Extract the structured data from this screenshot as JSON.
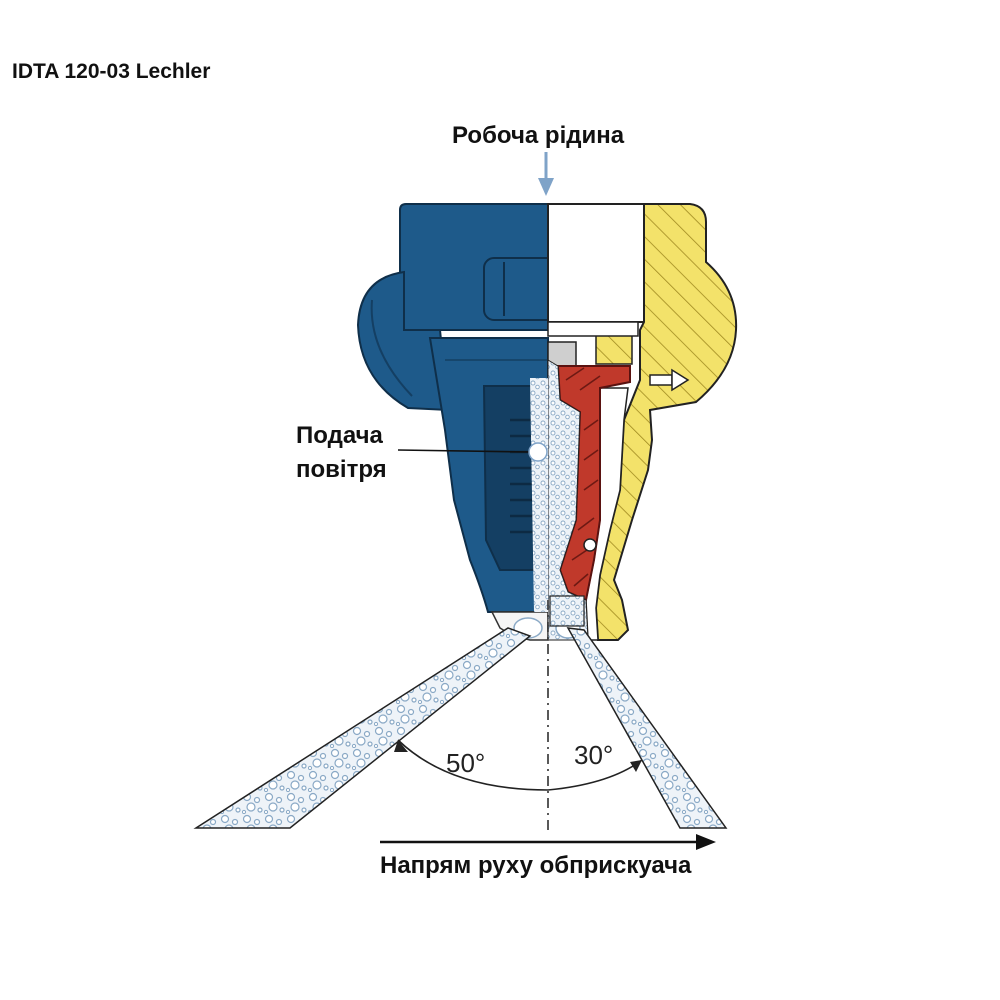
{
  "title": "IDTA 120-03 Lechler",
  "labels": {
    "liquid_inlet": "Робоча рідина",
    "air_supply_line1": "Подача",
    "air_supply_line2": "повітря",
    "travel_direction": "Напрям руху обприскуача"
  },
  "angles": {
    "front": "50°",
    "rear": "30°"
  },
  "colors": {
    "nozzle_body": "#1e5a8a",
    "nozzle_body_dark": "#143f63",
    "cap_section": "#f3e26a",
    "insert_section": "#c0392b",
    "spray_bubbles": "#9db7cf",
    "arrow_blue": "#7fa3c8"
  }
}
